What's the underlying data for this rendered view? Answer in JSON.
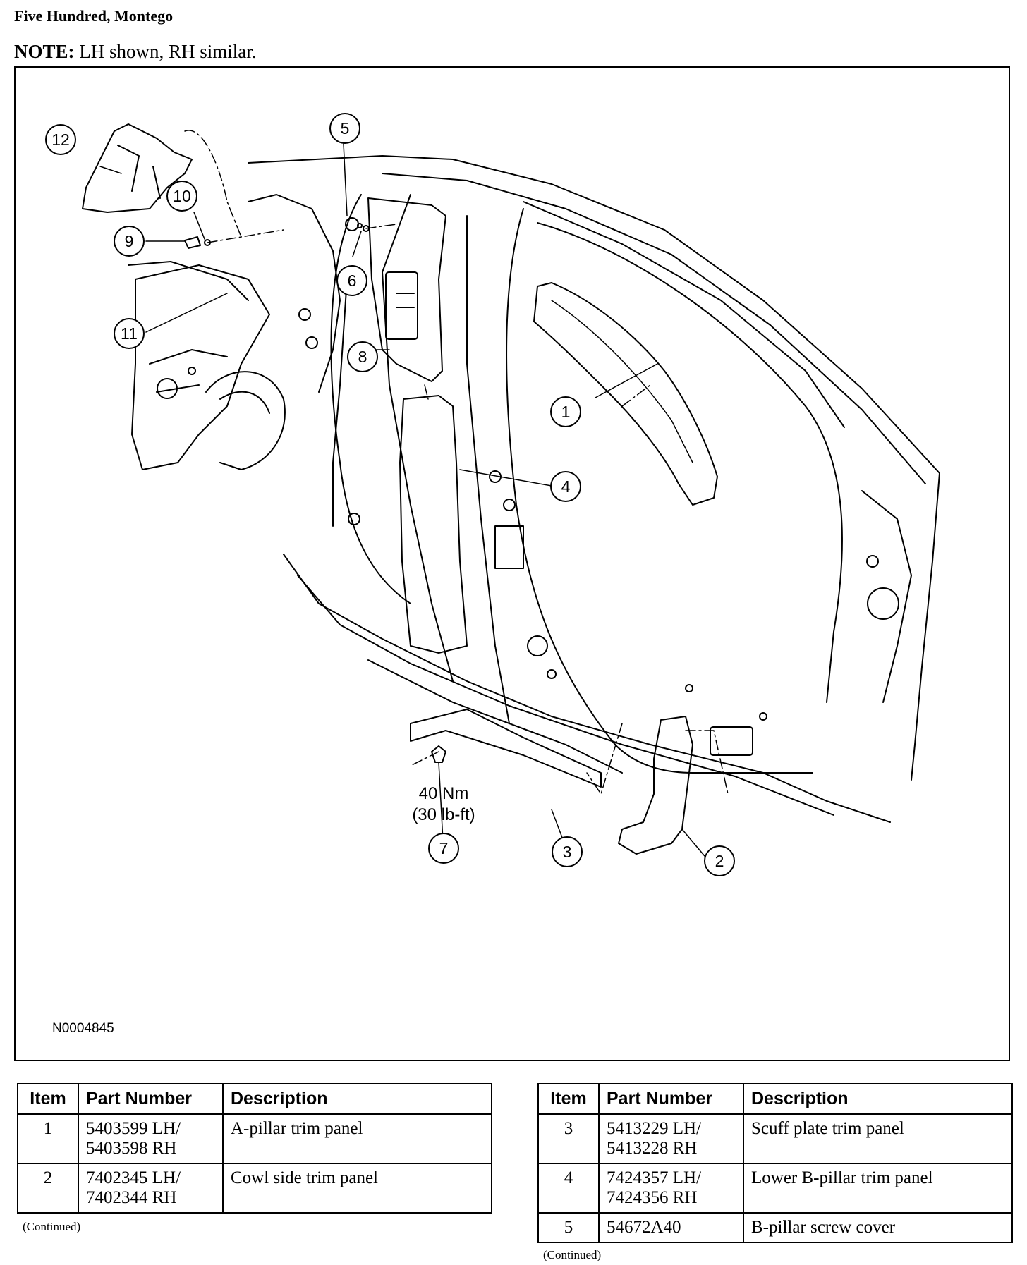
{
  "header": {
    "title": "Five Hundred, Montego",
    "note_label": "NOTE:",
    "note_text": " LH shown, RH similar."
  },
  "figure": {
    "id": "N0004845",
    "torque_nm": "40 Nm",
    "torque_lbft": "(30 lb-ft)",
    "callouts": [
      "1",
      "2",
      "3",
      "4",
      "5",
      "6",
      "7",
      "8",
      "9",
      "10",
      "11",
      "12"
    ]
  },
  "tables": [
    {
      "headers": [
        "Item",
        "Part Number",
        "Description"
      ],
      "rows": [
        {
          "item": "1",
          "part": [
            "5403599 LH/",
            "5403598 RH"
          ],
          "desc": "A-pillar trim panel"
        },
        {
          "item": "2",
          "part": [
            "7402345 LH/",
            "7402344 RH"
          ],
          "desc": "Cowl side trim panel"
        }
      ],
      "continued": "(Continued)"
    },
    {
      "headers": [
        "Item",
        "Part Number",
        "Description"
      ],
      "rows": [
        {
          "item": "3",
          "part": [
            "5413229 LH/",
            "5413228 RH"
          ],
          "desc": "Scuff plate trim panel"
        },
        {
          "item": "4",
          "part": [
            "7424357 LH/",
            "7424356 RH"
          ],
          "desc": "Lower B-pillar trim panel"
        },
        {
          "item": "5",
          "part": [
            "54672A40"
          ],
          "desc": "B-pillar screw cover"
        }
      ],
      "continued": "(Continued)"
    }
  ]
}
